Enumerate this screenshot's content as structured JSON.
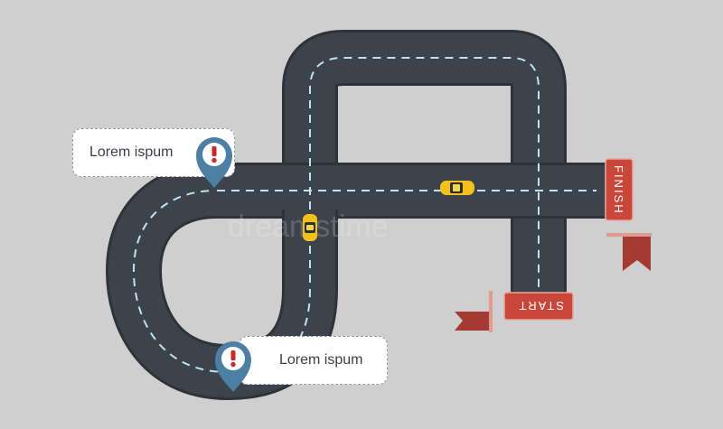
{
  "callouts": {
    "top": {
      "text": "Lorem ispum"
    },
    "bottom": {
      "text": "Lorem ispum"
    }
  },
  "signs": {
    "finish": "FINISH",
    "start": "START"
  },
  "watermark": "dreamstime",
  "colors": {
    "background": "#cfcfcf",
    "road": "#3d434c",
    "road_edge": "#2e333a",
    "lane_marking": "#bfe3f2",
    "pin": "#4c7fa3",
    "alert": "#d0242b",
    "sign": "#c9473a",
    "flag": "#a43a33",
    "car": "#f2c21b"
  },
  "icons": {
    "pin": "map-pin-icon",
    "alert": "exclamation-icon",
    "flag": "flag-icon",
    "car": "car-icon"
  }
}
